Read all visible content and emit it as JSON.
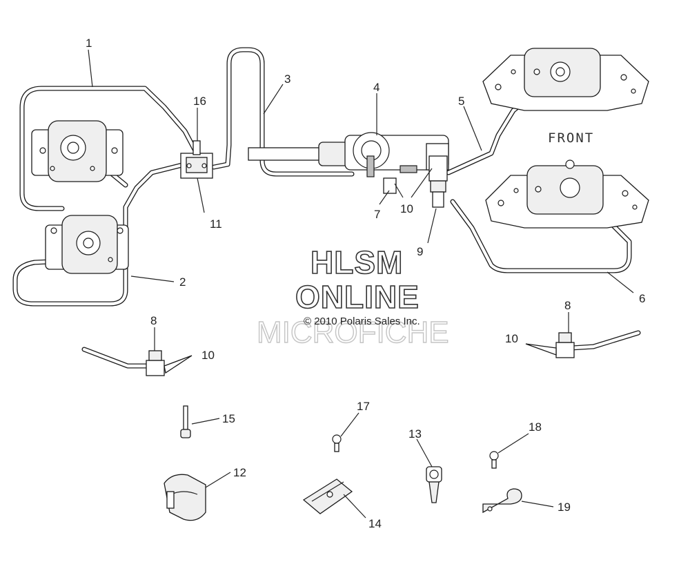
{
  "diagram": {
    "front_label": "FRONT",
    "watermark": {
      "line1": "HLSM",
      "line2": "ONLINE",
      "copyright": "© 2010 Polaris Sales Inc.",
      "line3": "MICROFICHE"
    },
    "callouts": [
      {
        "id": "c1",
        "label": "1"
      },
      {
        "id": "c2",
        "label": "2"
      },
      {
        "id": "c3",
        "label": "3"
      },
      {
        "id": "c4",
        "label": "4"
      },
      {
        "id": "c5",
        "label": "5"
      },
      {
        "id": "c6",
        "label": "6"
      },
      {
        "id": "c7",
        "label": "7"
      },
      {
        "id": "c8a",
        "label": "8"
      },
      {
        "id": "c8b",
        "label": "8"
      },
      {
        "id": "c9",
        "label": "9"
      },
      {
        "id": "c10a",
        "label": "10"
      },
      {
        "id": "c10b",
        "label": "10"
      },
      {
        "id": "c10c",
        "label": "10"
      },
      {
        "id": "c11",
        "label": "11"
      },
      {
        "id": "c12",
        "label": "12"
      },
      {
        "id": "c13",
        "label": "13"
      },
      {
        "id": "c14",
        "label": "14"
      },
      {
        "id": "c15",
        "label": "15"
      },
      {
        "id": "c16",
        "label": "16"
      },
      {
        "id": "c17",
        "label": "17"
      },
      {
        "id": "c18",
        "label": "18"
      },
      {
        "id": "c19",
        "label": "19"
      }
    ]
  }
}
